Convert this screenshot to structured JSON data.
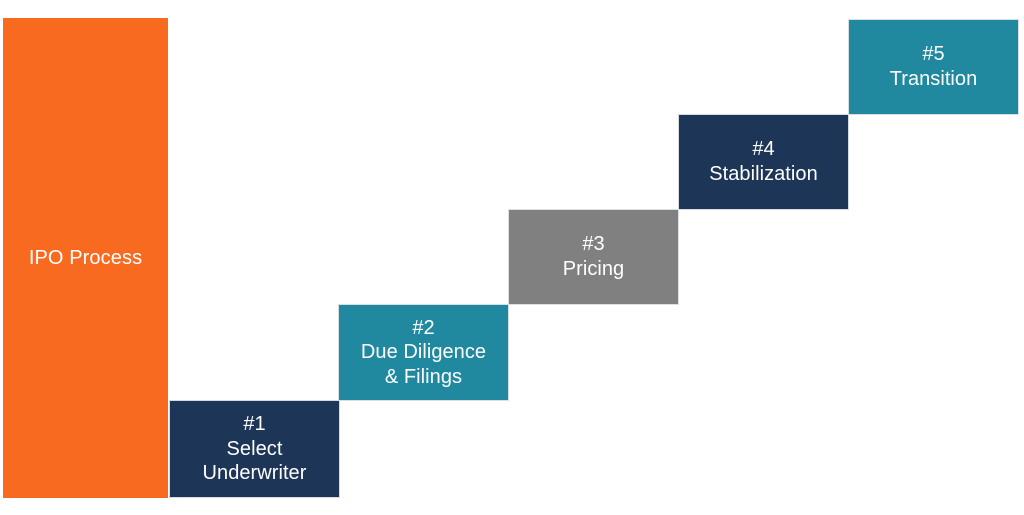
{
  "diagram": {
    "type": "ascending-staircase-process",
    "background_color": "#ffffff",
    "overall": {
      "label": "IPO Process",
      "color": "#f96a21",
      "text_color": "#ffffff"
    },
    "steps": [
      {
        "number": "#1",
        "title_lines": [
          "Select",
          "Underwriter"
        ],
        "color": "#1d3557",
        "text_color": "#ffffff"
      },
      {
        "number": "#2",
        "title_lines": [
          "Due Diligence",
          "& Filings"
        ],
        "color": "#2089a0",
        "text_color": "#ffffff"
      },
      {
        "number": "#3",
        "title_lines": [
          "Pricing"
        ],
        "color": "#808080",
        "text_color": "#ffffff"
      },
      {
        "number": "#4",
        "title_lines": [
          "Stabilization"
        ],
        "color": "#1d3557",
        "text_color": "#ffffff"
      },
      {
        "number": "#5",
        "title_lines": [
          "Transition"
        ],
        "color": "#2089a0",
        "text_color": "#ffffff"
      }
    ]
  }
}
